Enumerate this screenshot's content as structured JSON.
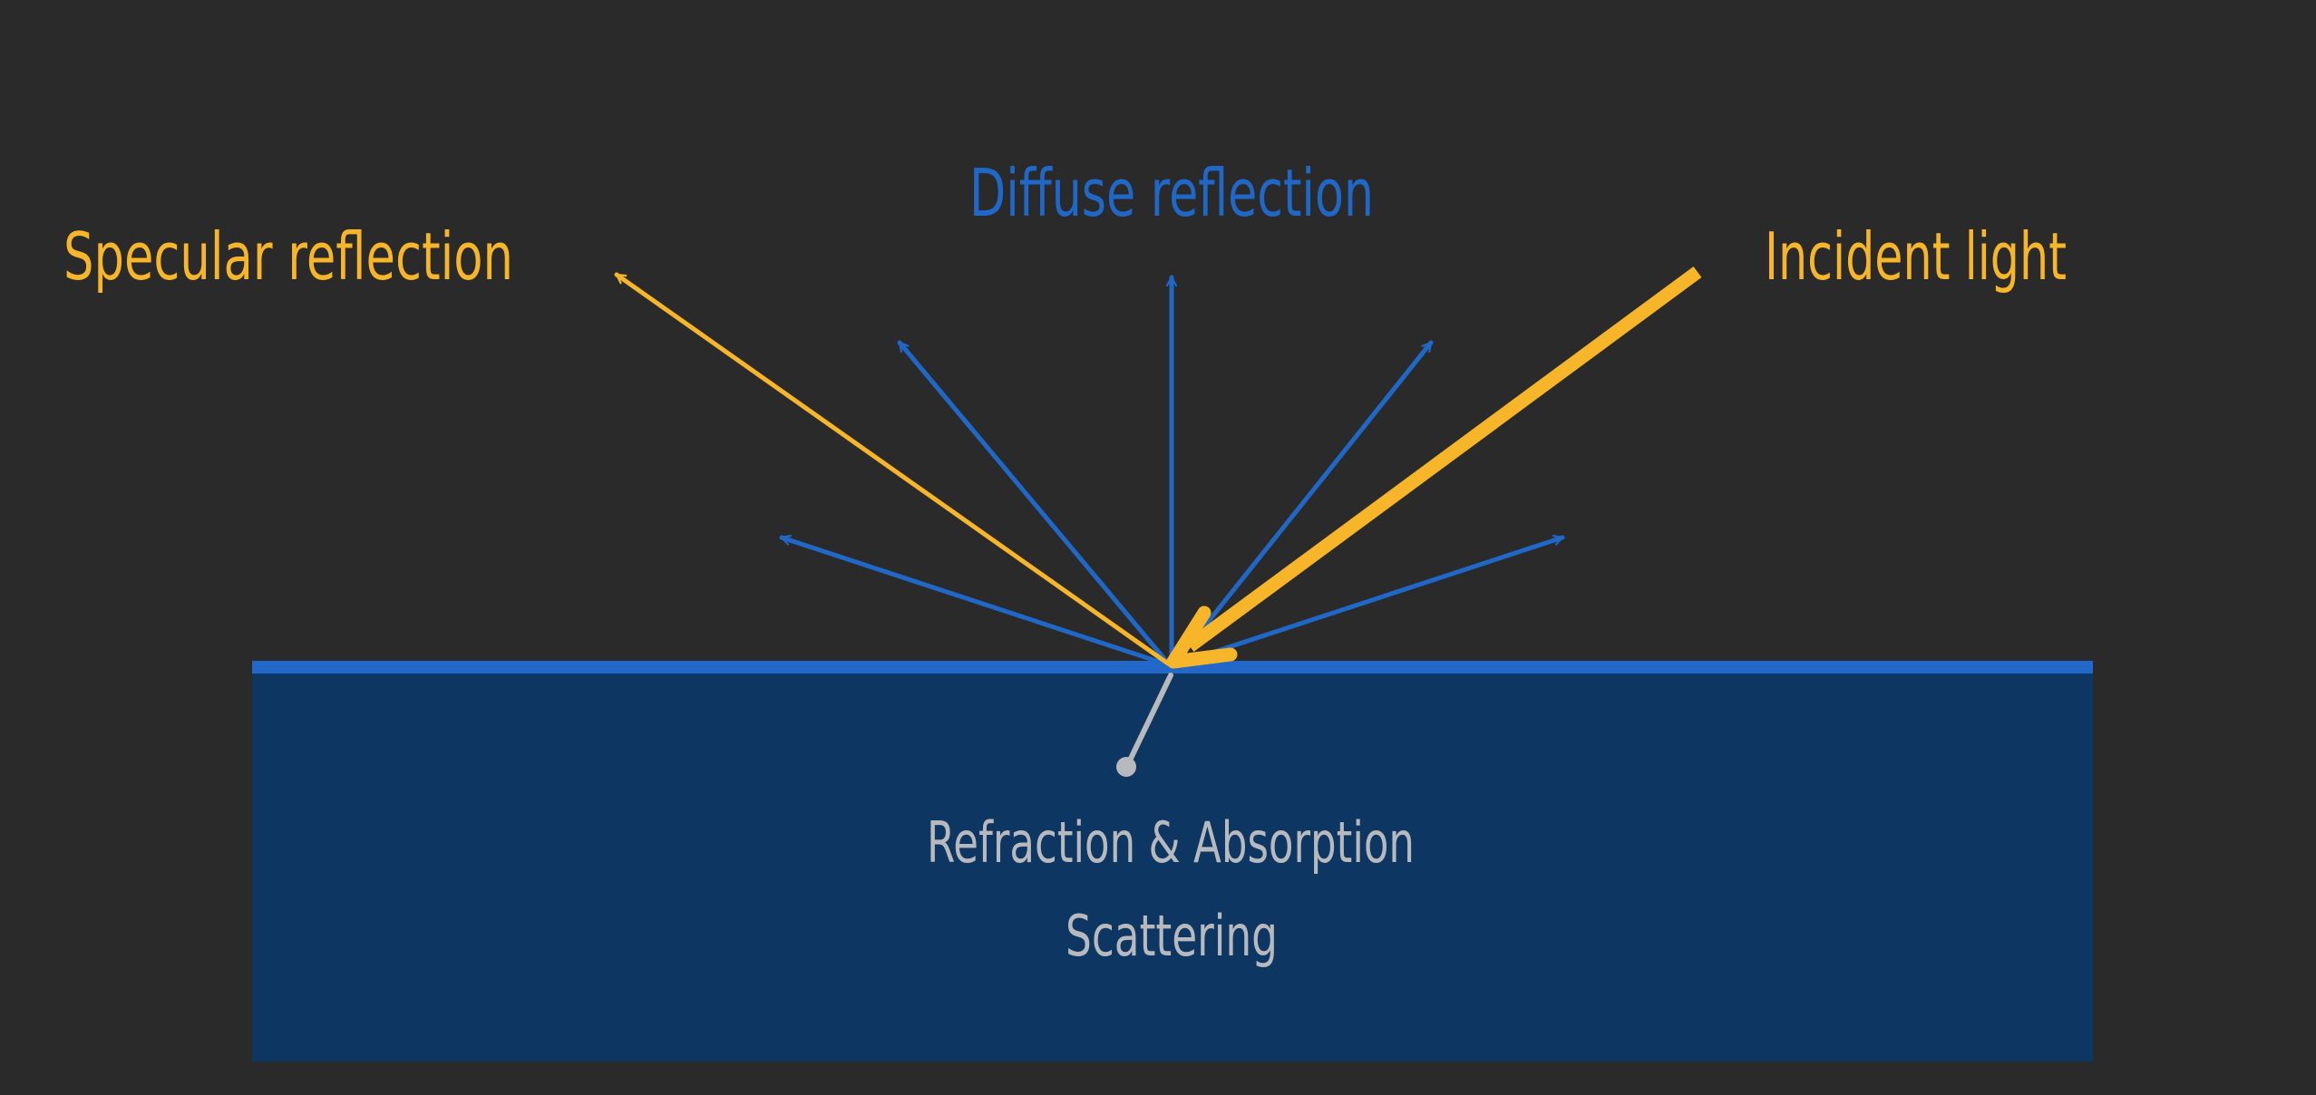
{
  "labels": {
    "diffuse": "Diffuse reflection",
    "specular": "Specular reflection",
    "incident": "Incident light",
    "refraction": "Refraction & Absorption",
    "scattering": "Scattering"
  },
  "colors": {
    "background": "#2a2a2a",
    "surface_fill": "#0d3663",
    "surface_line": "#2168c8",
    "diffuse": "#1f68c8",
    "light": "#f7b529",
    "refraction": "#b7b9bd"
  }
}
